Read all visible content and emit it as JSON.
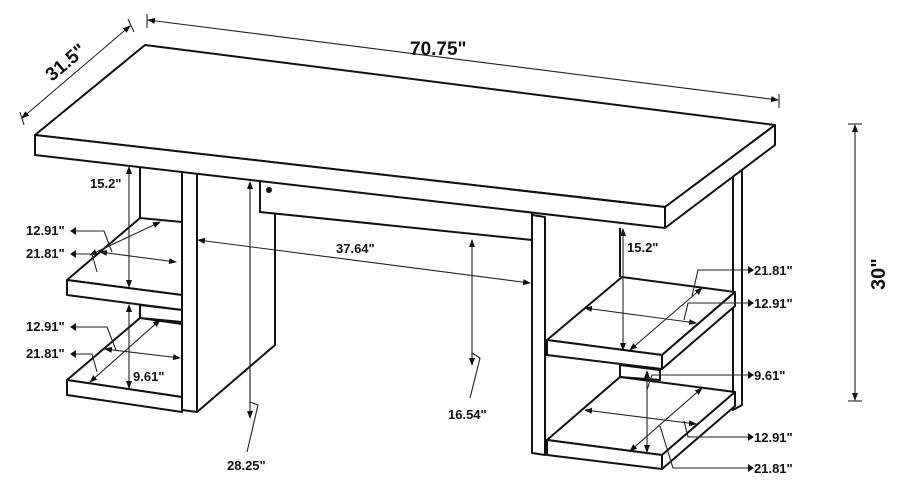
{
  "diagram": {
    "subject": "desk",
    "line_color": "#111111",
    "dimensions": {
      "depth": "31.5\"",
      "width": "70.75\"",
      "height": "30\"",
      "knee_width": "37.64\"",
      "knee_depth": "16.54\"",
      "knee_height": "28.25\"",
      "left_upper_clearance": "15.2\"",
      "left_upper_shelf_depth": "12.91\"",
      "left_upper_shelf_width": "21.81\"",
      "left_lower_shelf_depth": "12.91\"",
      "left_lower_shelf_width": "21.81\"",
      "left_lower_clearance": "9.61\"",
      "right_upper_clearance": "15.2\"",
      "right_upper_shelf_width": "21.81\"",
      "right_upper_shelf_depth": "12.91\"",
      "right_lower_clearance": "9.61\"",
      "right_lower_shelf_depth": "12.91\"",
      "right_lower_shelf_width": "21.81\""
    }
  }
}
